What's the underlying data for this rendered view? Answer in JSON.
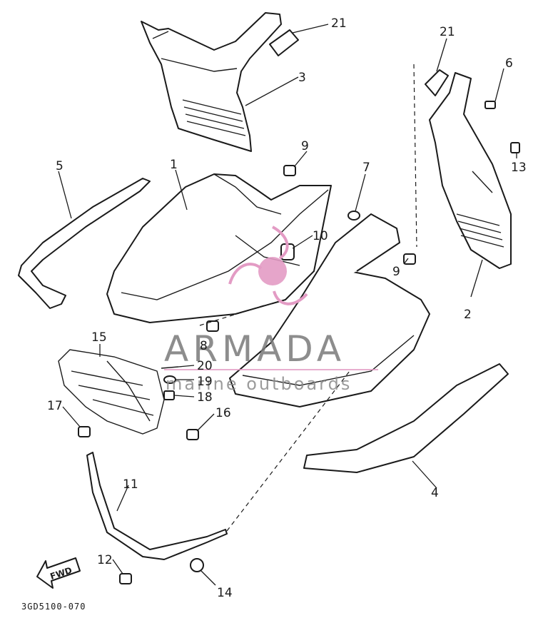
{
  "callouts": {
    "c1": "1",
    "c2": "2",
    "c3": "3",
    "c4": "4",
    "c5": "5",
    "c6": "6",
    "c7": "7",
    "c8": "8",
    "c9a": "9",
    "c9b": "9",
    "c10": "10",
    "c11": "11",
    "c12": "12",
    "c13": "13",
    "c14": "14",
    "c15": "15",
    "c16": "16",
    "c17": "17",
    "c18": "18",
    "c19": "19",
    "c20": "20",
    "c21a": "21",
    "c21b": "21"
  },
  "diagram_code": "3GD5100-070",
  "direction_label": "FWD",
  "watermark": {
    "brand": "ARMADA",
    "tagline": "marine outboards",
    "logo_color": "#e39bc4"
  }
}
